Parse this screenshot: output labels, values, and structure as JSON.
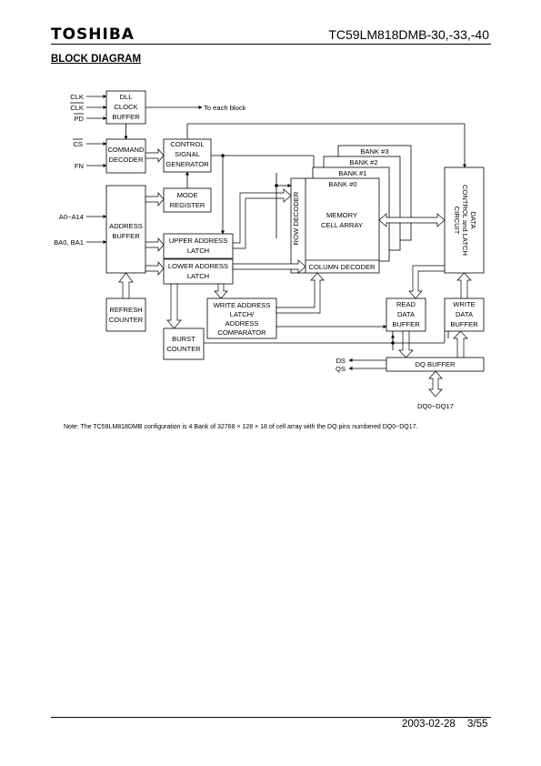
{
  "header": {
    "logo": "TOSHIBA",
    "part_number": "TC59LM818DMB-30,-33,-40"
  },
  "section_title": "BLOCK DIAGRAM",
  "signals": {
    "clk": "CLK",
    "clk_bar": "CLK",
    "pd_bar": "PD",
    "cs_bar": "CS",
    "fn": "FN",
    "address": "A0~A14",
    "bank_address": "BA0, BA1",
    "to_each_block": "To each block",
    "ds": "DS",
    "qs": "QS",
    "dq": "DQ0~DQ17"
  },
  "blocks": {
    "dll": [
      "DLL",
      "CLOCK",
      "BUFFER"
    ],
    "command_decoder": [
      "COMMAND",
      "DECODER"
    ],
    "control_signal_generator": [
      "CONTROL",
      "SIGNAL",
      "GENERATOR"
    ],
    "mode_register": [
      "MODE",
      "REGISTER"
    ],
    "address_buffer": [
      "ADDRESS",
      "BUFFER"
    ],
    "upper_address_latch": [
      "UPPER ADDRESS",
      "LATCH"
    ],
    "lower_address_latch": [
      "LOWER ADDRESS",
      "LATCH"
    ],
    "refresh_counter": [
      "REFRESH",
      "COUNTER"
    ],
    "burst_counter": [
      "BURST",
      "COUNTER"
    ],
    "write_address_latch": [
      "WRITE ADDRESS",
      "LATCH/",
      "ADDRESS",
      "COMPARATOR"
    ],
    "banks": [
      "BANK #3",
      "BANK #2",
      "BANK #1",
      "BANK #0"
    ],
    "row_decoder": "ROW DECODER",
    "memory_cell_array": [
      "MEMORY",
      "CELL ARRAY"
    ],
    "column_decoder": "COLUMN DECODER",
    "data_control": [
      "DATA",
      "CONTROL and LATCH",
      "CIRCUIT"
    ],
    "read_data_buffer": [
      "READ",
      "DATA",
      "BUFFER"
    ],
    "write_data_buffer": [
      "WRITE",
      "DATA",
      "BUFFER"
    ],
    "dq_buffer": "DQ BUFFER"
  },
  "note": "Note: The TC59LM818DMB configuration is 4 Bank of 32768 × 128 × 18 of cell array with the DQ pins numbered DQ0~DQ17.",
  "footer": {
    "date": "2003-02-28",
    "page": "3/55"
  }
}
